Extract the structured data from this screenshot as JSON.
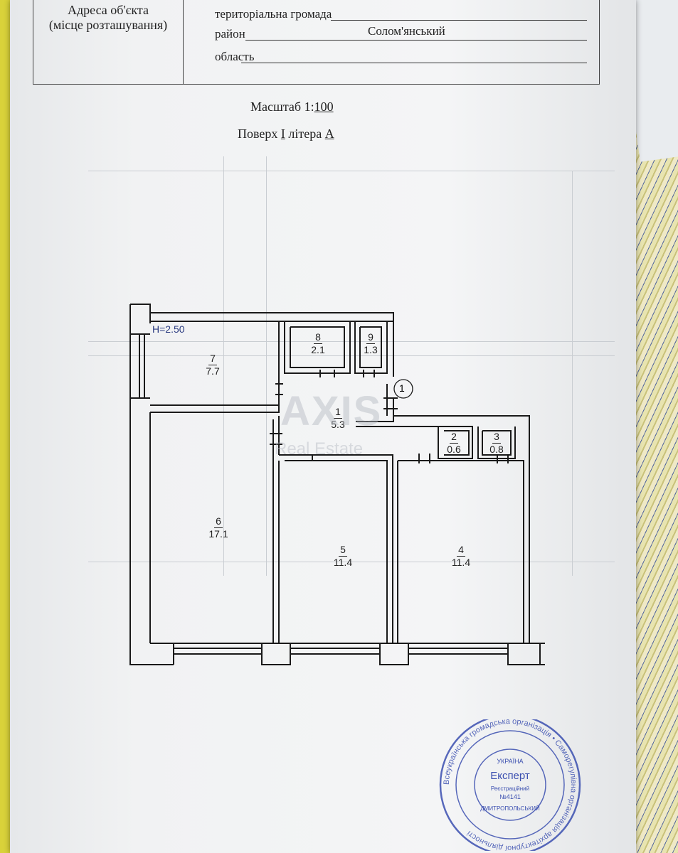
{
  "address": {
    "label_line1": "Адреса об'єкта",
    "label_line2": "(місце розташування)",
    "community_label": "територіальна громада",
    "district_label": "район",
    "district_value": "Солом'янський",
    "region_label": "область"
  },
  "plan": {
    "scale_label": "Масштаб 1:",
    "scale_value": "100",
    "floor_label": "Поверх",
    "floor_value": "I",
    "letter_label": "літера",
    "letter_value": "А",
    "height_label": "H=2.50",
    "entrance_marker": "1"
  },
  "rooms": [
    {
      "id": "1",
      "area": "5.3"
    },
    {
      "id": "2",
      "area": "0.6"
    },
    {
      "id": "3",
      "area": "0.8"
    },
    {
      "id": "4",
      "area": "11.4"
    },
    {
      "id": "5",
      "area": "11.4"
    },
    {
      "id": "6",
      "area": "17.1"
    },
    {
      "id": "7",
      "area": "7.7"
    },
    {
      "id": "8",
      "area": "2.1"
    },
    {
      "id": "9",
      "area": "1.3"
    }
  ],
  "watermark": {
    "brand": "AXIS",
    "sub": "Real Estate"
  },
  "stamp": {
    "ring_text": "Всеукраїнська громадська організація • Саморегулівна організація архітектурної діяльності",
    "country": "УКРАЇНА",
    "title": "Експерт",
    "reg_label": "Реєстраційний",
    "reg_number": "№4141",
    "name": "ДМИТРОПОЛЬСЬКИЙ"
  },
  "colors": {
    "ink": "#222222",
    "stamp": "#3b4fb0",
    "paper": "#f4f5f6"
  }
}
